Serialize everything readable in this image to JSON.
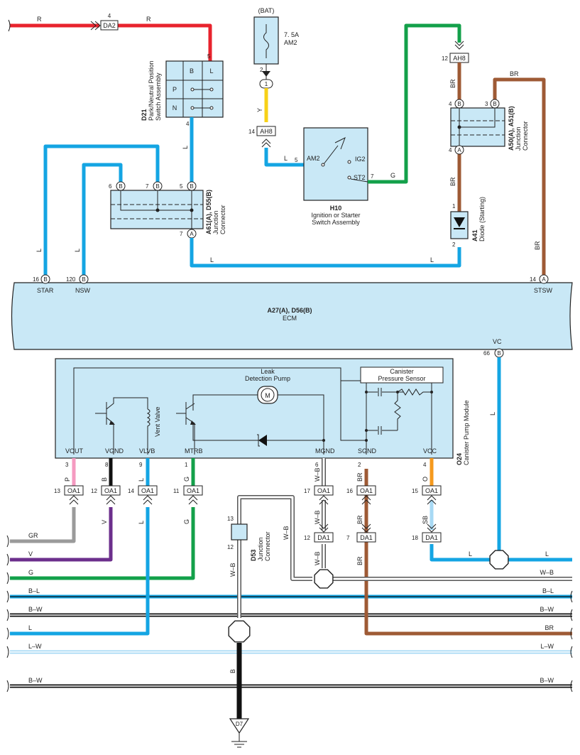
{
  "colors": {
    "red": "#e8232d",
    "blue": "#14a5e3",
    "green": "#13a04a",
    "brown": "#9e5a35",
    "yellow": "#f7d117",
    "grey": "#9a9a9a",
    "violet": "#6c2f8c",
    "pink": "#f59ac1",
    "orange": "#f59a1e",
    "lightblue": "#a7d9f4",
    "black": "#111111",
    "box_fill": "#c9e8f6"
  },
  "top": {
    "bat": "(BAT)",
    "fuse_rating": "7. 5A",
    "fuse_name": "AM2",
    "fuse_pin": "2",
    "splice_pin": "1",
    "wire_r_1": "R",
    "wire_r_2": "R",
    "da2_pin": "4",
    "da2": "DA2",
    "wire_y": "Y",
    "ah8_pin_14": "14",
    "ah8": "AH8",
    "ah8_pin_12": "12",
    "ah8_top": "AH8"
  },
  "d21": {
    "code": "D21",
    "name_1": "Park/Neutral Position",
    "name_2": "Switch Assembly",
    "col_b": "B",
    "col_l": "L",
    "row_p": "P",
    "row_n": "N",
    "pin_5": "5",
    "pin_4": "4",
    "wire_l": "L"
  },
  "a61": {
    "code": "A61(A), D55(B)",
    "name_1": "Junction",
    "name_2": "Connector",
    "pin_6": "6",
    "pin_7b": "7",
    "pin_5": "5",
    "pin_7a": "7",
    "b": "B",
    "a": "A",
    "wire_l1": "L",
    "wire_l2": "L",
    "wire_l3": "L",
    "wire_l4": "L"
  },
  "h10": {
    "code": "H10",
    "name_1": "Ignition or Starter",
    "name_2": "Switch Assembly",
    "am2": "AM2",
    "ig2": "IG2",
    "st2": "ST2",
    "pin_5": "5",
    "pin_7": "7",
    "wire_l": "L",
    "wire_g": "G"
  },
  "a50": {
    "code": "A50(A), A51(B)",
    "name_1": "Junction",
    "name_2": "Connector",
    "pin_4b": "4",
    "pin_3b": "3",
    "pin_4a": "4",
    "b": "B",
    "a": "A",
    "wire_br_1": "BR",
    "wire_br_2": "BR",
    "wire_br_3": "BR",
    "wire_br_4": "BR"
  },
  "a41": {
    "code": "A41",
    "name": "Diode (Starting)",
    "pin_1": "1",
    "pin_2": "2"
  },
  "ecm": {
    "code": "A27(A), D56(B)",
    "name": "ECM",
    "pin_16": "16",
    "pin_120": "120",
    "pin_14": "14",
    "pin_66": "66",
    "star": "STAR",
    "nsw": "NSW",
    "stsw": "STSW",
    "vc": "VC",
    "b": "B",
    "a": "A"
  },
  "o24": {
    "code": "O24",
    "name": "Canister Pump Module",
    "leak_1": "Leak",
    "leak_2": "Detection Pump",
    "sensor_1": "Canister",
    "sensor_2": "Pressure Sensor",
    "vent_valve": "Vent Valve",
    "motor": "M",
    "terminals": [
      {
        "name": "VOUT",
        "pin": "3",
        "wire": "P"
      },
      {
        "name": "VGND",
        "pin": "8",
        "wire": "B"
      },
      {
        "name": "VLVB",
        "pin": "9",
        "wire": "L"
      },
      {
        "name": "MTRB",
        "pin": "1",
        "wire": "G"
      },
      {
        "name": "MGND",
        "pin": "6",
        "wire": "W–B"
      },
      {
        "name": "SGND",
        "pin": "2",
        "wire": "BR"
      },
      {
        "name": "VCC",
        "pin": "4",
        "wire": "O"
      }
    ]
  },
  "oa1": {
    "label": "OA1",
    "pins": [
      "13",
      "12",
      "14",
      "11",
      "17",
      "16",
      "15"
    ],
    "wires": [
      "V",
      "L",
      "G",
      "W–B",
      "BR",
      "SB"
    ]
  },
  "da1": {
    "label": "DA1",
    "pins": [
      "12",
      "7",
      "18"
    ],
    "wires": [
      "W–B",
      "BR"
    ]
  },
  "d53": {
    "code": "D53",
    "name_1": "Junction",
    "name_2": "Connector",
    "pin_13": "13",
    "pin_12": "12",
    "wire_wb_1": "W–B",
    "wire_wb_2": "W–B",
    "wire_b": "B"
  },
  "ground": "D7",
  "vc_wire": "L",
  "harness": [
    {
      "left": "GR",
      "right": ""
    },
    {
      "left": "V",
      "right": ""
    },
    {
      "left": "G",
      "right": "W–B"
    },
    {
      "left": "B–L",
      "right": "B–L"
    },
    {
      "left": "B–W",
      "right": "B–W"
    },
    {
      "left": "L",
      "right": "BR"
    },
    {
      "left": "L–W",
      "right": "L–W"
    },
    {
      "left": "B–W",
      "right": "B–W"
    }
  ],
  "harness_extra": {
    "l_left": "L",
    "l_right": "L"
  }
}
